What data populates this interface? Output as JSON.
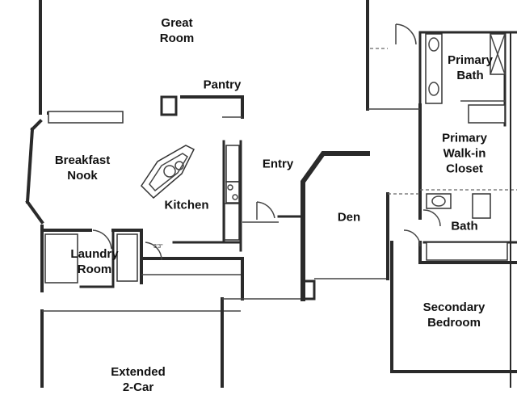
{
  "rooms": [
    {
      "id": "great-room",
      "label": "Great\nRoom"
    },
    {
      "id": "pantry",
      "label": "Pantry"
    },
    {
      "id": "primary-bath",
      "label": "Primary\nBath"
    },
    {
      "id": "breakfast-nook",
      "label": "Breakfast\nNook"
    },
    {
      "id": "entry",
      "label": "Entry"
    },
    {
      "id": "primary-closet",
      "label": "Primary\nWalk-in\nCloset"
    },
    {
      "id": "kitchen",
      "label": "Kitchen"
    },
    {
      "id": "den",
      "label": "Den"
    },
    {
      "id": "bath",
      "label": "Bath"
    },
    {
      "id": "laundry-room",
      "label": "Laundry\nRoom"
    },
    {
      "id": "secondary-bedroom",
      "label": "Secondary\nBedroom"
    },
    {
      "id": "garage",
      "label": "Extended\n2-Car"
    }
  ],
  "annotations": {
    "dimension": "3'3\""
  }
}
